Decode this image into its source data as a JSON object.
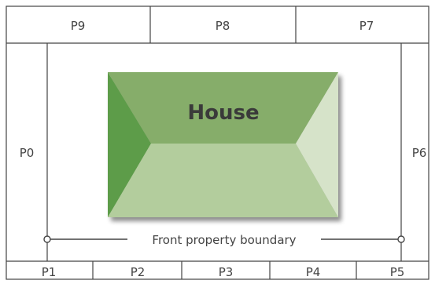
{
  "plots": {
    "top": [
      "P9",
      "P8",
      "P7"
    ],
    "left": "P0",
    "right": "P6",
    "bottom": [
      "P1",
      "P2",
      "P3",
      "P4",
      "P5"
    ]
  },
  "house": {
    "label": "House",
    "colors": {
      "top": "#86ad6a",
      "left": "#5d9c48",
      "right": "#d6e3c9",
      "bottom": "#b3cd9d",
      "shadow": "#8a8a8a"
    }
  },
  "boundary": {
    "label": "Front property boundary"
  },
  "colors": {
    "line": "#444444",
    "text": "#444444"
  }
}
